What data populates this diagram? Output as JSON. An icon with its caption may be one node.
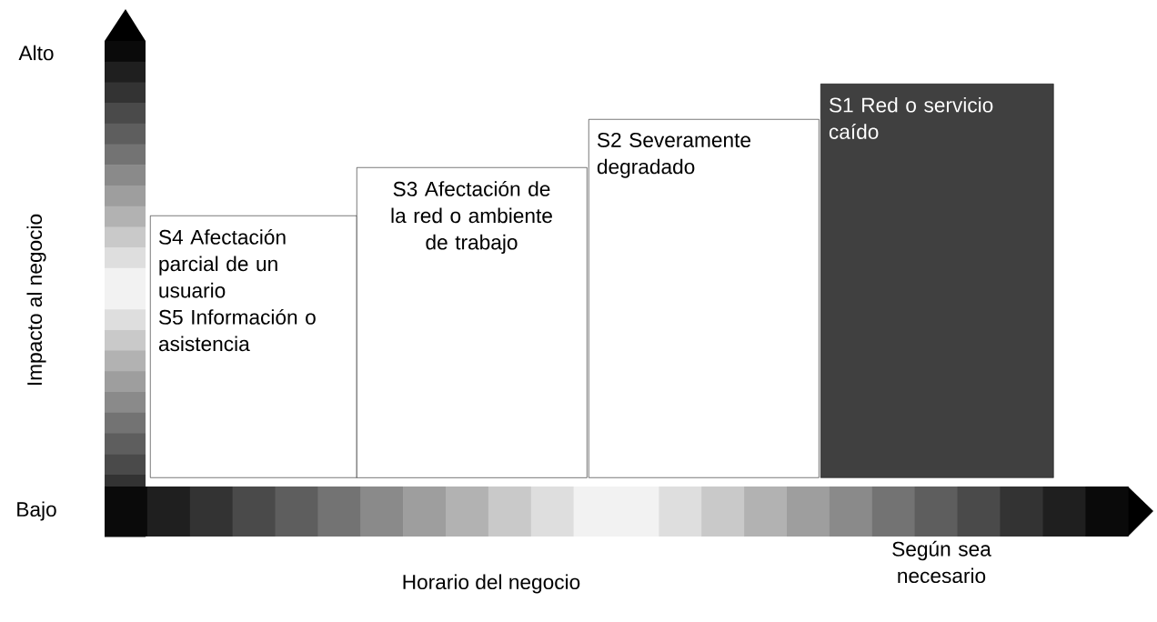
{
  "diagram": {
    "nodes": [
      {
        "text": [
          "S4 Afectación parcial de un usuario",
          "S5 Información o asistencia"
        ]
      },
      {
        "text": [
          "S3 Afectación de la red o ambiente de trabajo"
        ]
      },
      {
        "text": [
          "S2 Severamente degradado"
        ]
      },
      {
        "text": [
          "S1 Red o servicio caído"
        ]
      }
    ],
    "labels": [
      "Alto",
      "Impacto al negocio",
      "Bajo",
      "Horario del negocio",
      "Según sea necesario"
    ]
  }
}
